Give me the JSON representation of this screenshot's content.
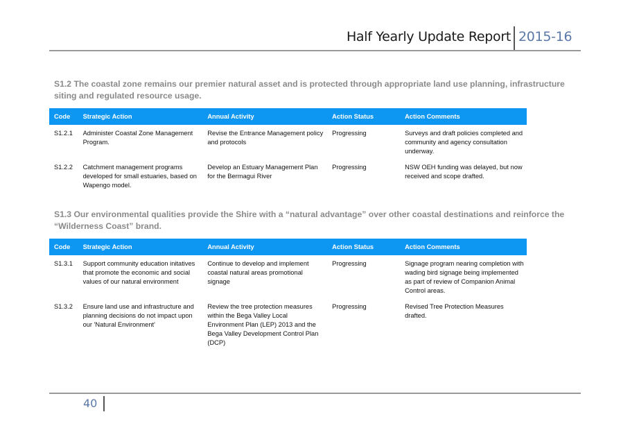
{
  "header": {
    "title": "Half Yearly Update Report",
    "year": "2015-16"
  },
  "sections": [
    {
      "heading": "S1.2 The coastal zone remains our premier natural asset and is protected through appropriate land use planning, infrastructure siting and regulated resource usage.",
      "columns": [
        "Code",
        "Strategic Action",
        "Annual Activity",
        "Action Status",
        "Action Comments"
      ],
      "rows": [
        {
          "code": "S1.2.1",
          "strategic_action": "Administer Coastal Zone Management Program.",
          "annual_activity": "Revise the Entrance Management policy and protocols",
          "status": "Progressing",
          "comments": "Surveys and draft policies completed and community and agency consultation underway."
        },
        {
          "code": "S1.2.2",
          "strategic_action": "Catchment management programs developed for small estuaries, based on Wapengo model.",
          "annual_activity": "Develop an Estuary Management Plan for the Bermagui River",
          "status": "Progressing",
          "comments": "NSW OEH funding was delayed, but now received and scope drafted."
        }
      ]
    },
    {
      "heading": "S1.3 Our environmental qualities provide the Shire with a “natural advantage” over other coastal destinations and reinforce the “Wilderness Coast” brand.",
      "columns": [
        "Code",
        "Strategic Action",
        "Annual Activity",
        "Action Status",
        "Action Comments"
      ],
      "rows": [
        {
          "code": "S1.3.1",
          "strategic_action": "Support community education initatives that promote the economic and social values of our natural environment",
          "annual_activity": "Continue to develop and implement coastal natural areas promotional signage",
          "status": "Progressing",
          "comments": "Signage program nearing completion with wading bird signage being implemented as part of review of Companion Animal Control areas."
        },
        {
          "code": "S1.3.2",
          "strategic_action": "Ensure land use and infrastructure and planning decisions do not impact upon our 'Natural Environment'",
          "annual_activity": "Review the tree protection measures within the Bega Valley Local Environment Plan (LEP) 2013 and the Bega Valley Development Control Plan (DCP)",
          "status": "Progressing",
          "comments": "Revised Tree Protection Measures drafted."
        }
      ]
    }
  ],
  "footer": {
    "page_number": "40"
  },
  "colors": {
    "table_header_bg": "#0d96f2",
    "year_accent": "#5a78a8",
    "heading_gray": "#8a8a8a"
  }
}
